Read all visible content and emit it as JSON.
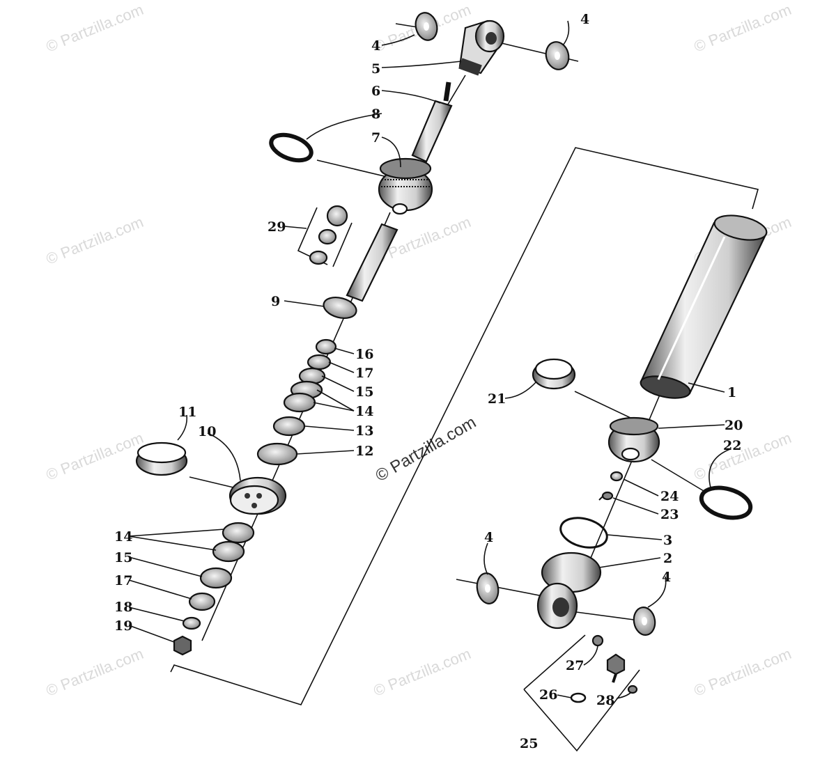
{
  "labels": {
    "l4a": "4",
    "l4b": "4",
    "l5": "5",
    "l6": "6",
    "l8": "8",
    "l7": "7",
    "l29": "29",
    "l9": "9",
    "l16": "16",
    "l17a": "17",
    "l15a": "15",
    "l14a": "14",
    "l13": "13",
    "l12": "12",
    "l11": "11",
    "l10": "10",
    "l14b": "14",
    "l15b": "15",
    "l17b": "17",
    "l18": "18",
    "l19": "19",
    "l1": "1",
    "l21": "21",
    "l20": "20",
    "l22": "22",
    "l24": "24",
    "l23": "23",
    "l3": "3",
    "l4c": "4",
    "l2": "2",
    "l4d": "4",
    "l27": "27",
    "l26": "26",
    "l28": "28",
    "l25": "25"
  },
  "watermark": {
    "text": "© Partzilla.com",
    "center_text": "© Partzilla.com"
  },
  "colors": {
    "ink": "#111111",
    "watermark": "#d9d9d9"
  }
}
